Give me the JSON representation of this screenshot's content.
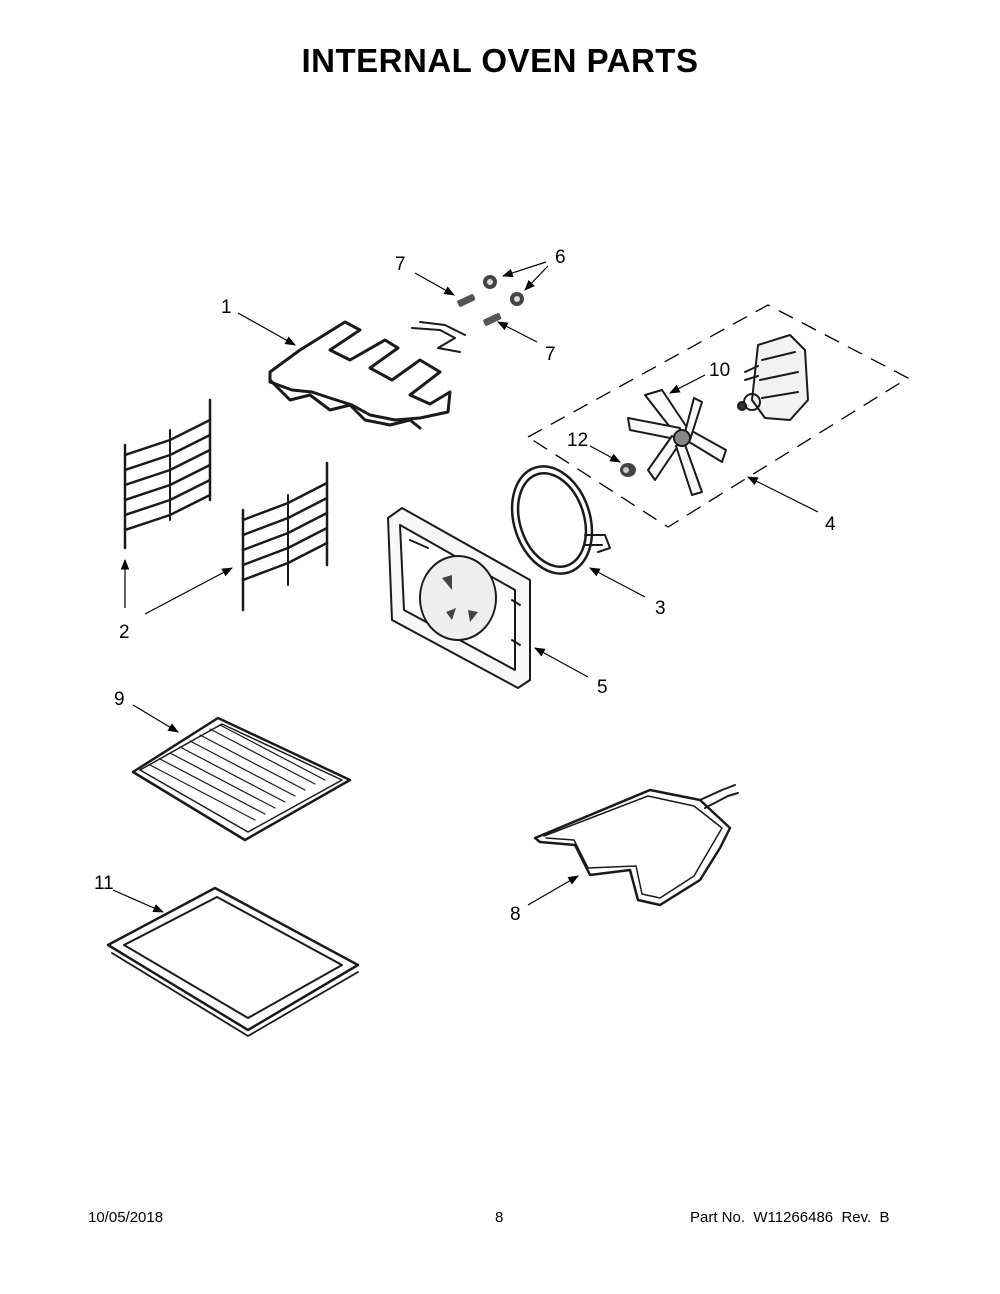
{
  "title": "INTERNAL OVEN PARTS",
  "footer": {
    "date": "10/05/2018",
    "page": "8",
    "part_no": "Part No.  W11266486  Rev.  B"
  },
  "callouts": {
    "c1": "1",
    "c2": "2",
    "c3": "3",
    "c4": "4",
    "c5": "5",
    "c6": "6",
    "c7a": "7",
    "c7b": "7",
    "c8": "8",
    "c9": "9",
    "c10": "10",
    "c11": "11",
    "c12": "12"
  }
}
